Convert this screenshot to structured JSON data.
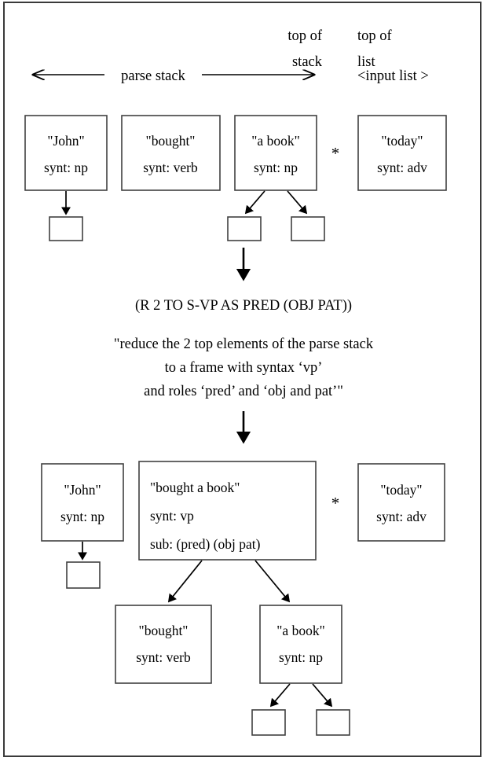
{
  "diagram": {
    "title": "parse stack reduction diagram",
    "header": {
      "parse_stack_label": "parse stack",
      "top_of_stack_line1": "top of",
      "top_of_stack_line2": "stack",
      "top_of_list_line1": "top of",
      "top_of_list_line2": "list",
      "input_list_label": "<input list >"
    },
    "separator_star": "*",
    "stack_before": [
      {
        "name": "box-john",
        "line1": "\"John\"",
        "line2": "synt: np"
      },
      {
        "name": "box-bought",
        "line1": "\"bought\"",
        "line2": "synt: verb"
      },
      {
        "name": "box-a-book",
        "line1": "\"a book\"",
        "line2": "synt: np"
      }
    ],
    "input_before": [
      {
        "name": "box-today",
        "line1": "\"today\"",
        "line2": "synt: adv"
      }
    ],
    "rule": {
      "code": "(R 2 TO S-VP AS PRED (OBJ PAT))",
      "gloss_line1": "\"reduce the 2 top elements of the parse stack",
      "gloss_line2": "to a frame with syntax ‘vp’",
      "gloss_line3": "and roles ‘pred’ and ‘obj and pat’\""
    },
    "stack_after": [
      {
        "name": "box-john-after",
        "line1": "\"John\"",
        "line2": "synt: np"
      },
      {
        "name": "box-bought-a-book",
        "line1": "\"bought a book\"",
        "line2": "synt: vp",
        "line3": "sub:  (pred) (obj pat)"
      }
    ],
    "input_after": [
      {
        "name": "box-today-after",
        "line1": "\"today\"",
        "line2": "synt: adv"
      }
    ],
    "children_after": [
      {
        "name": "box-bought-child",
        "line1": "\"bought\"",
        "line2": "synt: verb"
      },
      {
        "name": "box-a-book-child",
        "line1": "\"a book\"",
        "line2": "synt: np"
      }
    ],
    "colors": {
      "ink": "#000000",
      "box_stroke": "#404040",
      "page_border": "#3a3a3a",
      "background": "#ffffff"
    }
  }
}
